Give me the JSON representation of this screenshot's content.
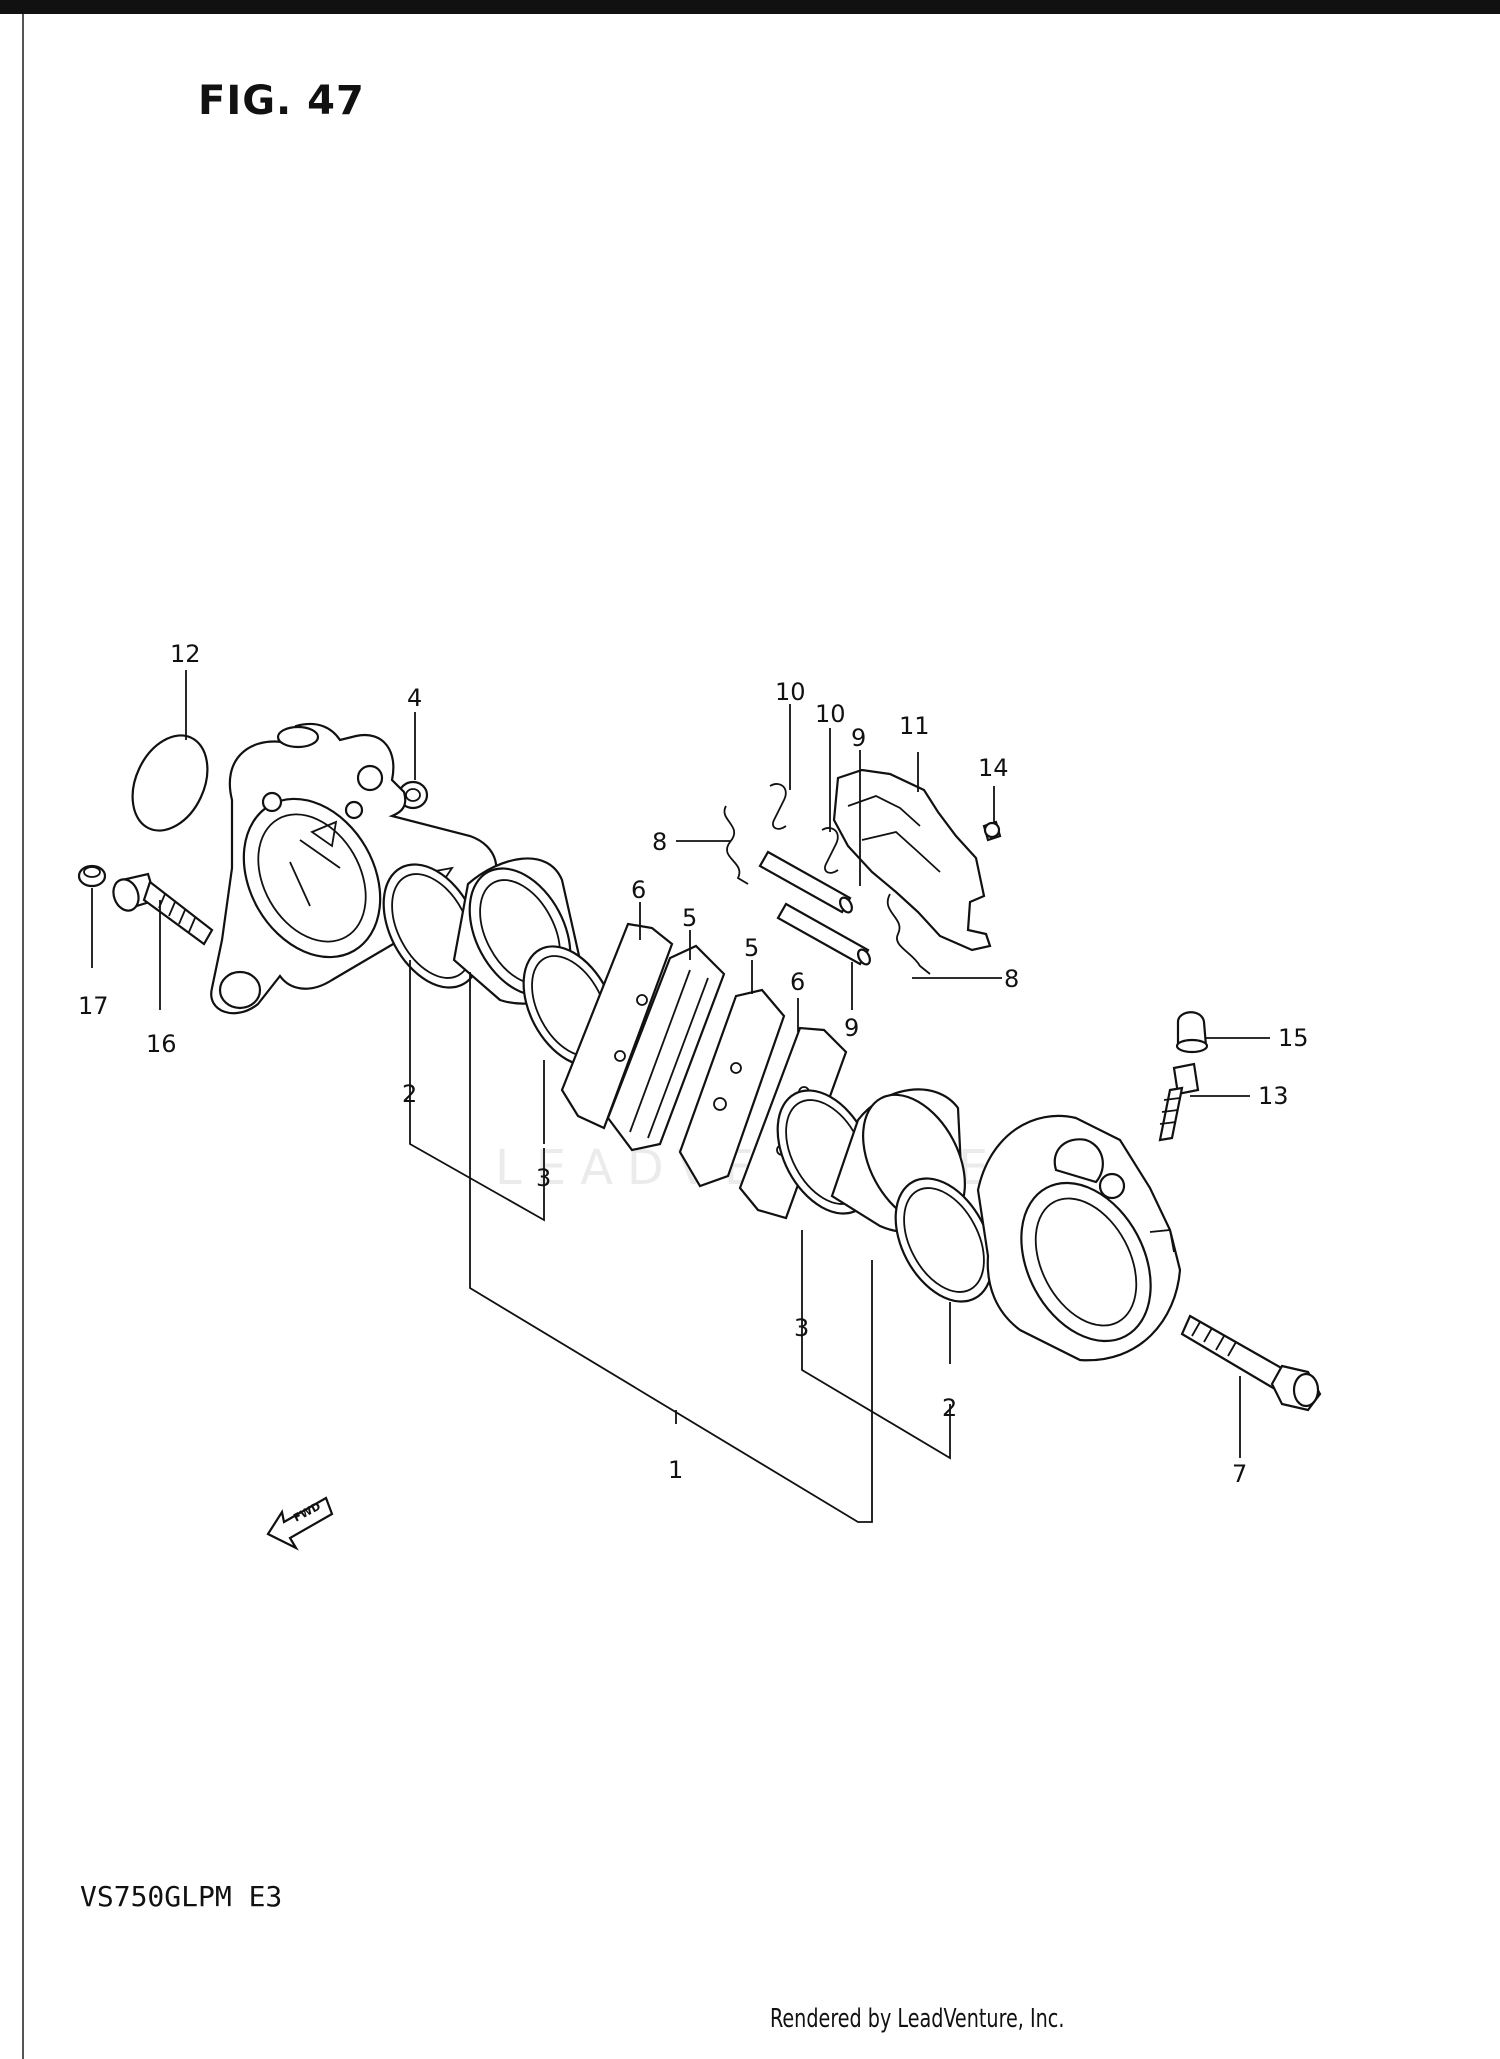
{
  "figure": {
    "title": "FIG. 47",
    "model_code": "VS750GLPM  E3",
    "credit": "Rendered by LeadVenture, Inc.",
    "watermark": "LEADVENTURE",
    "fwd_label": "FWD"
  },
  "callouts": [
    {
      "id": "c1",
      "label": "1"
    },
    {
      "id": "c2a",
      "label": "2"
    },
    {
      "id": "c2b",
      "label": "2"
    },
    {
      "id": "c3a",
      "label": "3"
    },
    {
      "id": "c3b",
      "label": "3"
    },
    {
      "id": "c4",
      "label": "4"
    },
    {
      "id": "c5a",
      "label": "5"
    },
    {
      "id": "c5b",
      "label": "5"
    },
    {
      "id": "c6a",
      "label": "6"
    },
    {
      "id": "c6b",
      "label": "6"
    },
    {
      "id": "c7",
      "label": "7"
    },
    {
      "id": "c8a",
      "label": "8"
    },
    {
      "id": "c8b",
      "label": "8"
    },
    {
      "id": "c9a",
      "label": "9"
    },
    {
      "id": "c9b",
      "label": "9"
    },
    {
      "id": "c10a",
      "label": "10"
    },
    {
      "id": "c10b",
      "label": "10"
    },
    {
      "id": "c11",
      "label": "11"
    },
    {
      "id": "c12",
      "label": "12"
    },
    {
      "id": "c13",
      "label": "13"
    },
    {
      "id": "c14",
      "label": "14"
    },
    {
      "id": "c15",
      "label": "15"
    },
    {
      "id": "c16",
      "label": "16"
    },
    {
      "id": "c17",
      "label": "17"
    }
  ]
}
